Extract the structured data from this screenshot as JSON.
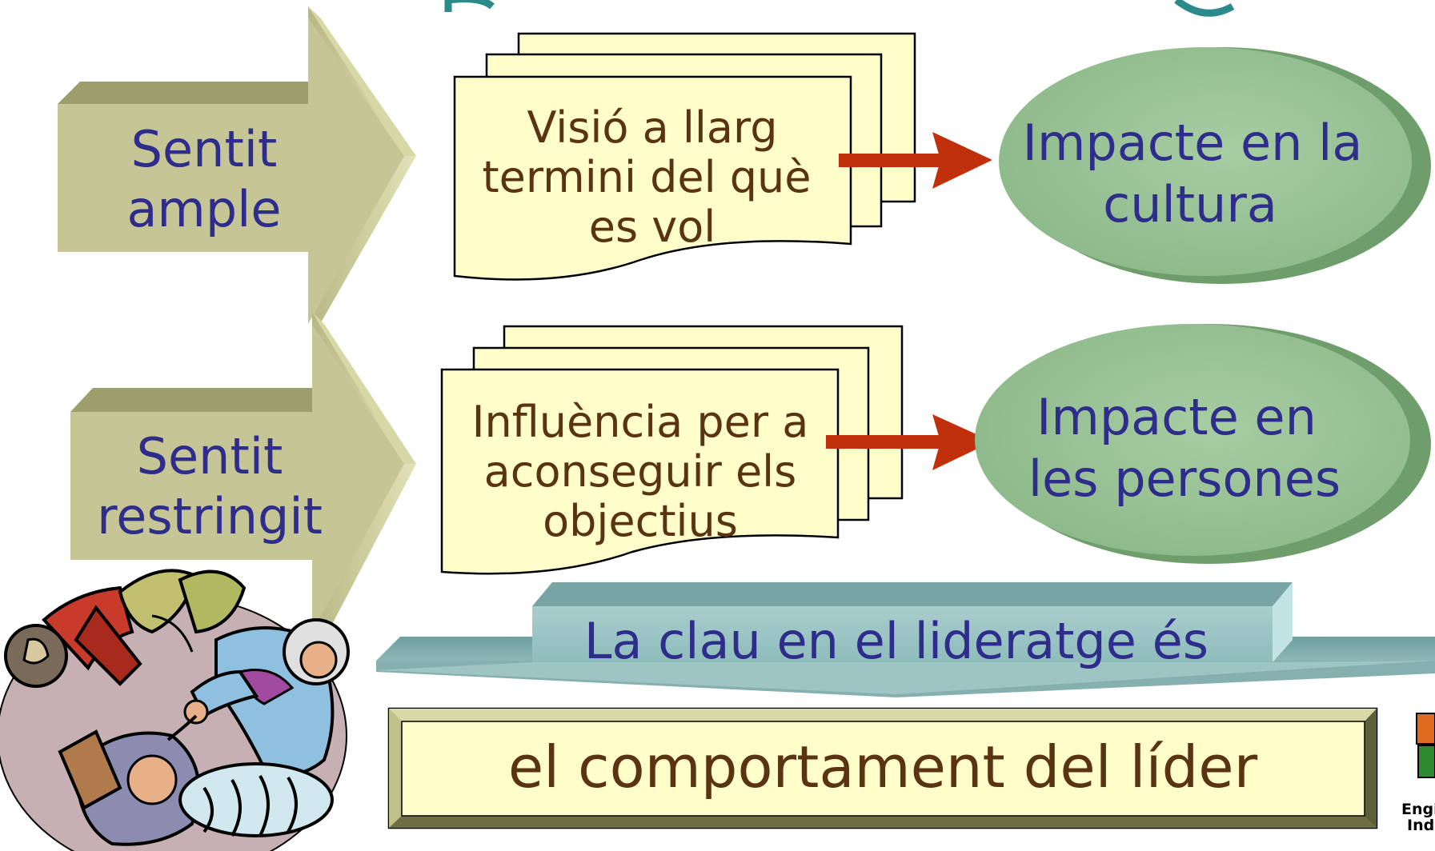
{
  "title_fragment": "p g",
  "arrows": [
    {
      "lines": [
        "Sentit",
        "ample"
      ]
    },
    {
      "lines": [
        "Sentit",
        "restringit"
      ]
    }
  ],
  "documents": [
    {
      "lines": [
        "Visió a llarg",
        "termini del què",
        "es vol"
      ]
    },
    {
      "lines": [
        "Influència per a",
        "aconseguir els",
        "objectius"
      ]
    }
  ],
  "ellipses": [
    {
      "lines": [
        "Impacte en la",
        "cultura"
      ]
    },
    {
      "lines": [
        "Impacte en",
        "les persones"
      ]
    }
  ],
  "banner": {
    "text": "La clau en el lideratge és"
  },
  "key_box": {
    "text": "el comportament del líder"
  },
  "logo": {
    "lines": [
      "Engin",
      "Indus"
    ]
  },
  "colors": {
    "arrow_fill": "#c6c595",
    "document_fill": "#fffdc9",
    "ellipse_fill": "#9dc59a",
    "banner_fill": "#9fc4c4",
    "connector": "#c0300c",
    "label_blue": "#2e2d8c",
    "label_brown": "#5a3412"
  }
}
